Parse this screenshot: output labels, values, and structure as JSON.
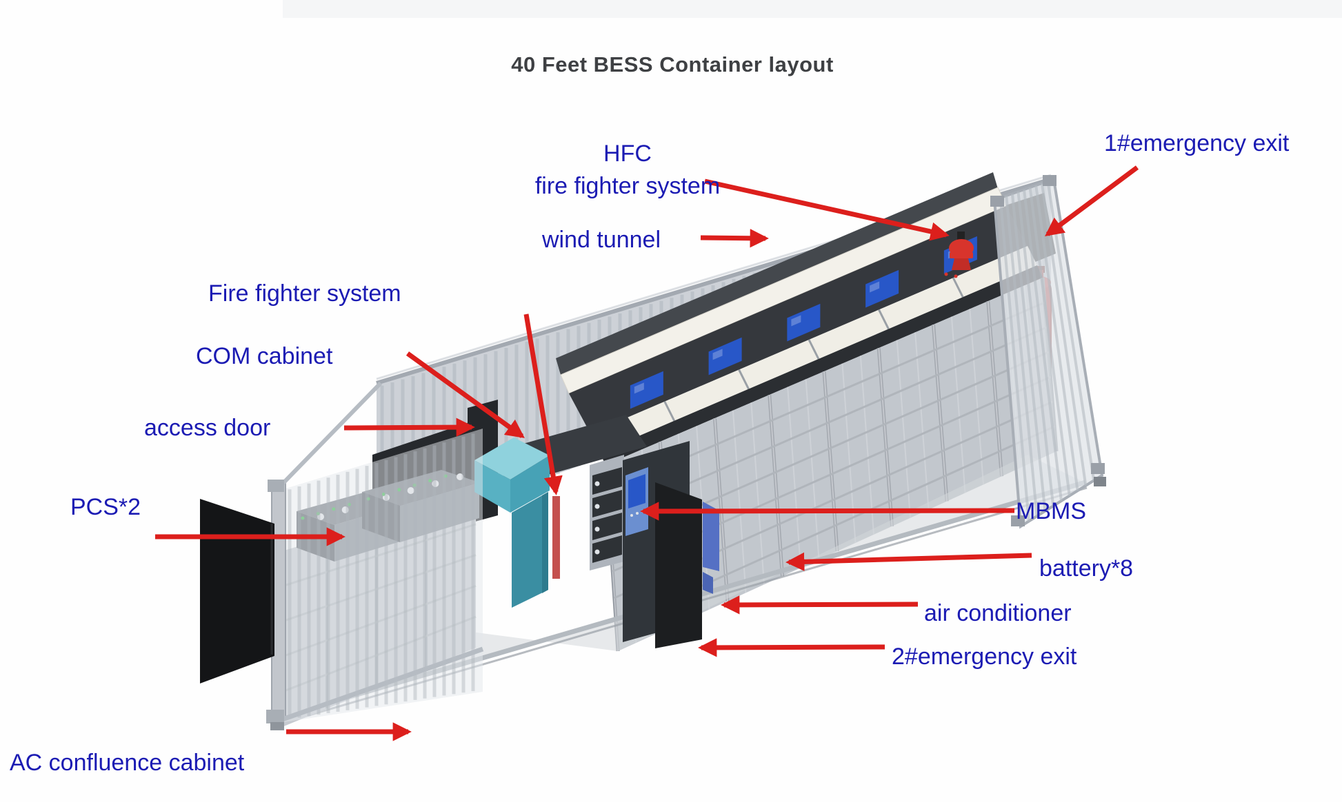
{
  "title": "40 Feet BESS Container layout",
  "colors": {
    "label_blue": "#1b1bb3",
    "arrow_red": "#dc1f1c",
    "container_gray": "#cdd1d7",
    "duct_white": "#f2f0e9",
    "com_cabinet_teal": "#58b1c3",
    "extinguisher_red": "#b8504f",
    "screen_blue": "#2857c8"
  },
  "diagram": {
    "labels": {
      "hfc_line1": "HFC",
      "hfc_line2": "fire fighter system",
      "wind_tunnel": "wind tunnel",
      "emergency_exit_1": "1#emergency exit",
      "fire_fighter_system": "Fire fighter system",
      "com_cabinet": "COM cabinet",
      "access_door": "access door",
      "pcs": "PCS*2",
      "ac_confluence_cabinet": "AC confluence cabinet",
      "mbms": "MBMS",
      "battery": "battery*8",
      "air_conditioner": "air conditioner",
      "emergency_exit_2": "2#emergency exit"
    }
  }
}
